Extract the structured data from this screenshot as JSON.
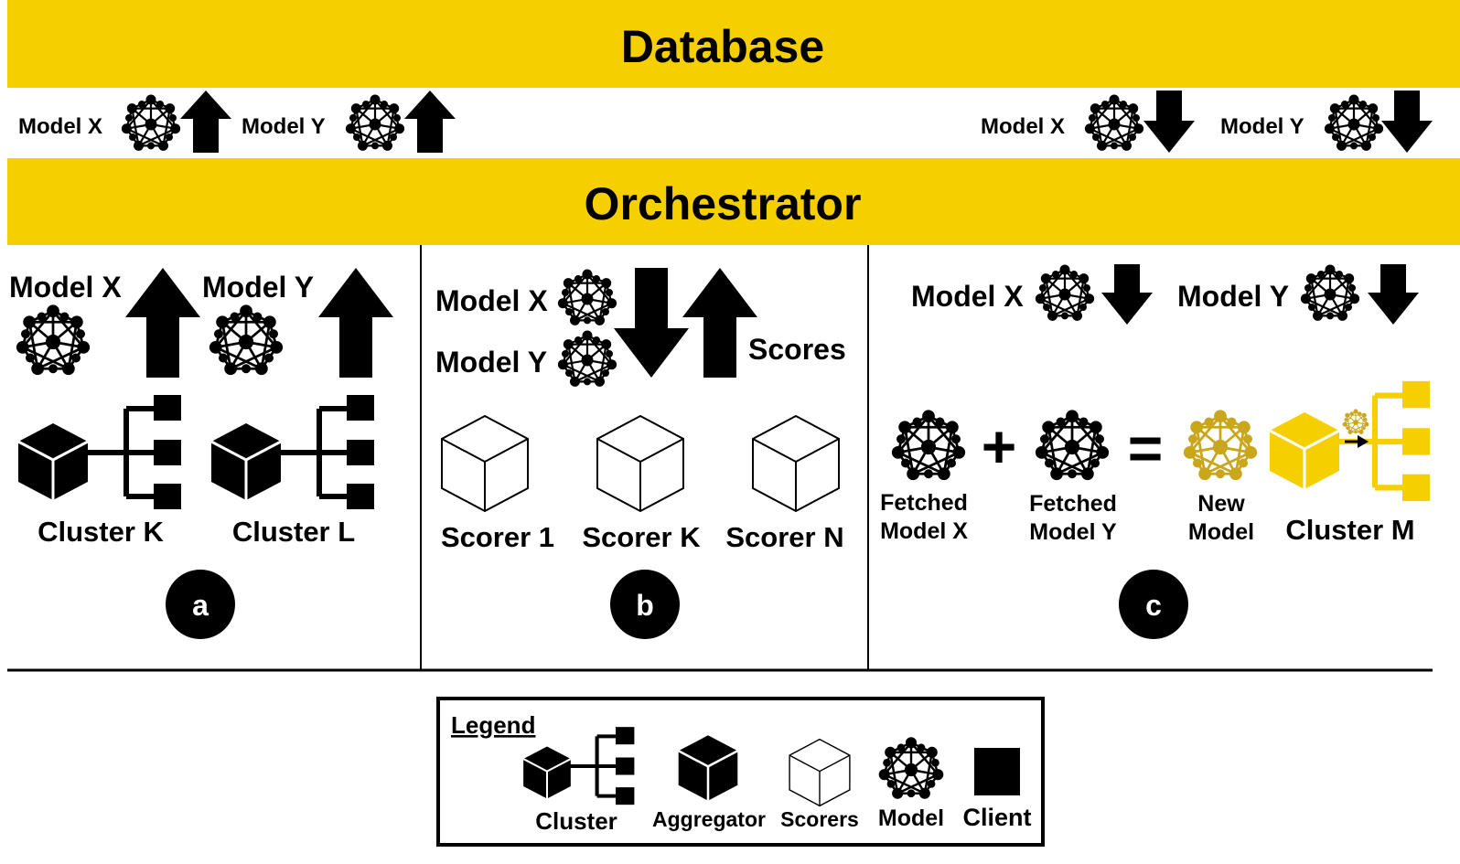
{
  "colors": {
    "yellow": "#f5cf00",
    "new_model": "#c9a61b",
    "black": "#000000",
    "white": "#ffffff"
  },
  "top": {
    "database": "Database",
    "orchestrator": "Orchestrator",
    "upload": [
      {
        "label": "Model X",
        "icon": "model-icon",
        "arrow": "arrow-up-icon"
      },
      {
        "label": "Model Y",
        "icon": "model-icon",
        "arrow": "arrow-up-icon"
      }
    ],
    "download": [
      {
        "label": "Model X",
        "icon": "model-icon",
        "arrow": "arrow-down-icon"
      },
      {
        "label": "Model Y",
        "icon": "model-icon",
        "arrow": "arrow-down-icon"
      }
    ]
  },
  "panel_a": {
    "badge": "a",
    "models": [
      "Model X",
      "Model Y"
    ],
    "clusters": [
      "Cluster K",
      "Cluster L"
    ]
  },
  "panel_b": {
    "badge": "b",
    "models": [
      "Model X",
      "Model Y"
    ],
    "scores": "Scores",
    "scorers": [
      "Scorer 1",
      "Scorer K",
      "Scorer N"
    ]
  },
  "panel_c": {
    "badge": "c",
    "models": [
      "Model X",
      "Model Y"
    ],
    "fetched_x": [
      "Fetched",
      "Model X"
    ],
    "fetched_y": [
      "Fetched",
      "Model Y"
    ],
    "new_model": [
      "New",
      "Model"
    ],
    "cluster": "Cluster M",
    "plus": "+",
    "equals": "="
  },
  "legend": {
    "title": "Legend",
    "items": [
      "Cluster",
      "Aggregator",
      "Scorers",
      "Model",
      "Client"
    ]
  }
}
